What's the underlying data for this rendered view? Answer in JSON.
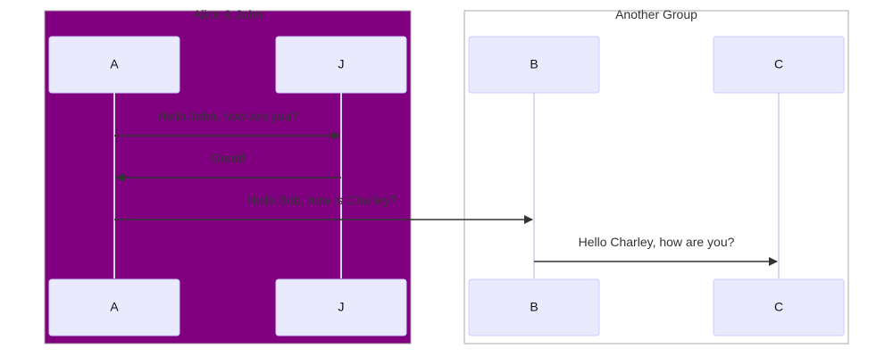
{
  "diagram": {
    "type": "sequence",
    "groups": [
      {
        "id": "g1",
        "title": "Alice & John",
        "fill": "#800080",
        "members": [
          "A",
          "J"
        ]
      },
      {
        "id": "g2",
        "title": "Another Group",
        "fill": "#ffffff",
        "members": [
          "B",
          "C"
        ]
      }
    ],
    "participants": [
      {
        "id": "A",
        "label": "A"
      },
      {
        "id": "J",
        "label": "J"
      },
      {
        "id": "B",
        "label": "B"
      },
      {
        "id": "C",
        "label": "C"
      }
    ],
    "messages": [
      {
        "from": "A",
        "to": "J",
        "text": "Hello John, how are you?"
      },
      {
        "from": "J",
        "to": "A",
        "text": "Great!"
      },
      {
        "from": "A",
        "to": "B",
        "text": "Hello Bob, how is Charley?"
      },
      {
        "from": "B",
        "to": "C",
        "text": "Hello Charley, how are you?"
      }
    ],
    "colors": {
      "actor_fill": "#eaeaff",
      "actor_stroke": "#ccccff",
      "lifeline": "#d9d9f2",
      "arrow": "#333333",
      "group_border": "#aaaaaa"
    }
  }
}
